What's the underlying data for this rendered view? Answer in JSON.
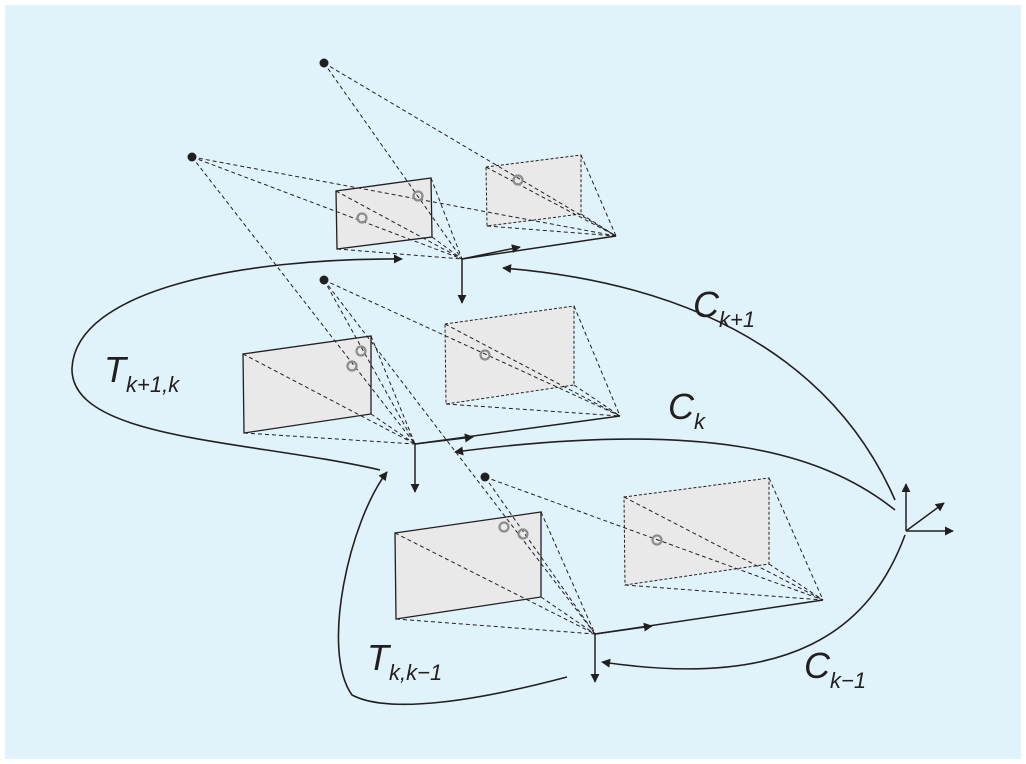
{
  "colors": {
    "background": "#e0f3fb",
    "image_plane_fill": "#e9e9e9",
    "line": "#231f20",
    "keypoint": "#8c8c8c"
  },
  "labels": {
    "c_k_plus_1": {
      "main": "C",
      "sub": "k+1"
    },
    "c_k": {
      "main": "C",
      "sub": "k"
    },
    "c_k_minus_1": {
      "main": "C",
      "sub": "k−1"
    },
    "t_k_plus_1_k": {
      "main": "T",
      "sub": "k+1,k"
    },
    "t_k_k_minus_1": {
      "main": "T",
      "sub": "k,k−1"
    }
  }
}
